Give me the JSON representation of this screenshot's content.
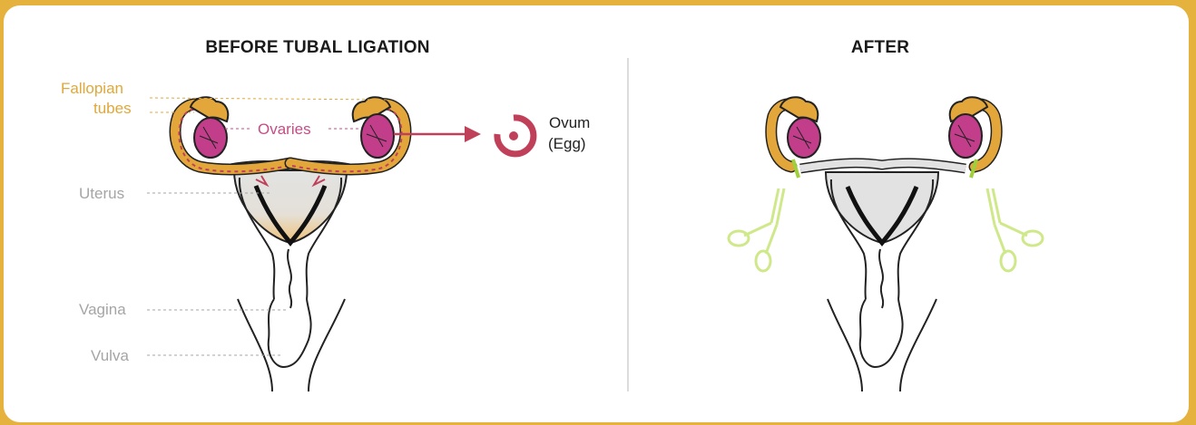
{
  "panels": {
    "before": {
      "title": "BEFORE TUBAL LIGATION"
    },
    "after": {
      "title": "AFTER"
    }
  },
  "labels": {
    "fallopian_line1": "Fallopian",
    "fallopian_line2": "tubes",
    "ovaries": "Ovaries",
    "ovum_line1": "Ovum",
    "ovum_line2": "(Egg)",
    "uterus": "Uterus",
    "vagina": "Vagina",
    "vulva": "Vulva"
  },
  "colors": {
    "frame": "#e6b23e",
    "tube": "#e2a63b",
    "ovary": "#c23d8a",
    "ovum_arrow": "#c0405a",
    "uterus_fill": "#e2e2e2",
    "clip": "#9fcf3a",
    "clamp": "#dcef9a",
    "label_gray": "#a5a5a5"
  },
  "icons": [
    "ovum-icon",
    "arrow-right-icon",
    "clamp-icon"
  ]
}
